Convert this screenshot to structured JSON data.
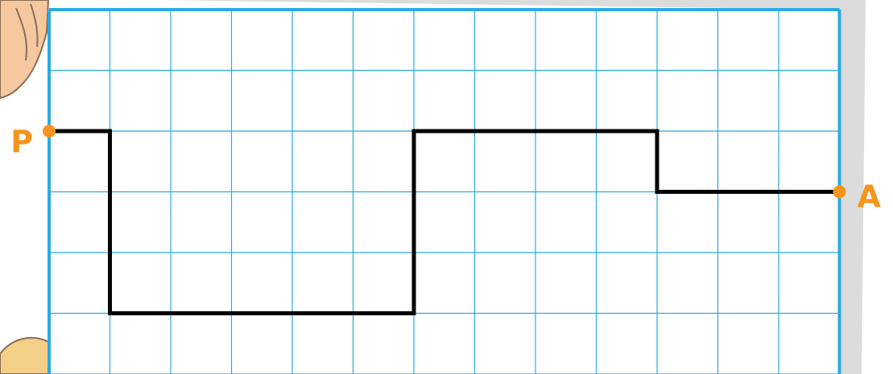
{
  "colors": {
    "grid": "#29abe2",
    "path": "#000000",
    "point": "#f7941d",
    "label": "#f7941d",
    "shadow": "#dcdcdc",
    "hand": "#f5c8a0"
  },
  "grid": {
    "columns": 13,
    "rows": 6
  },
  "points": [
    {
      "label": "P",
      "col": 0,
      "row": 2
    },
    {
      "label": "A",
      "col": 13,
      "row": 3
    }
  ],
  "path": [
    [
      0,
      2
    ],
    [
      1,
      2
    ],
    [
      1,
      5
    ],
    [
      6,
      5
    ],
    [
      6,
      2
    ],
    [
      10,
      2
    ],
    [
      10,
      3
    ],
    [
      13,
      3
    ]
  ]
}
